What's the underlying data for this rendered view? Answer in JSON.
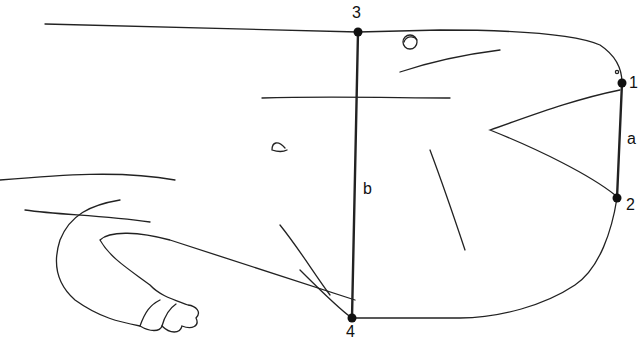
{
  "diagram": {
    "labels": [
      "3",
      "1",
      "a",
      "b",
      "2",
      "4"
    ]
  }
}
